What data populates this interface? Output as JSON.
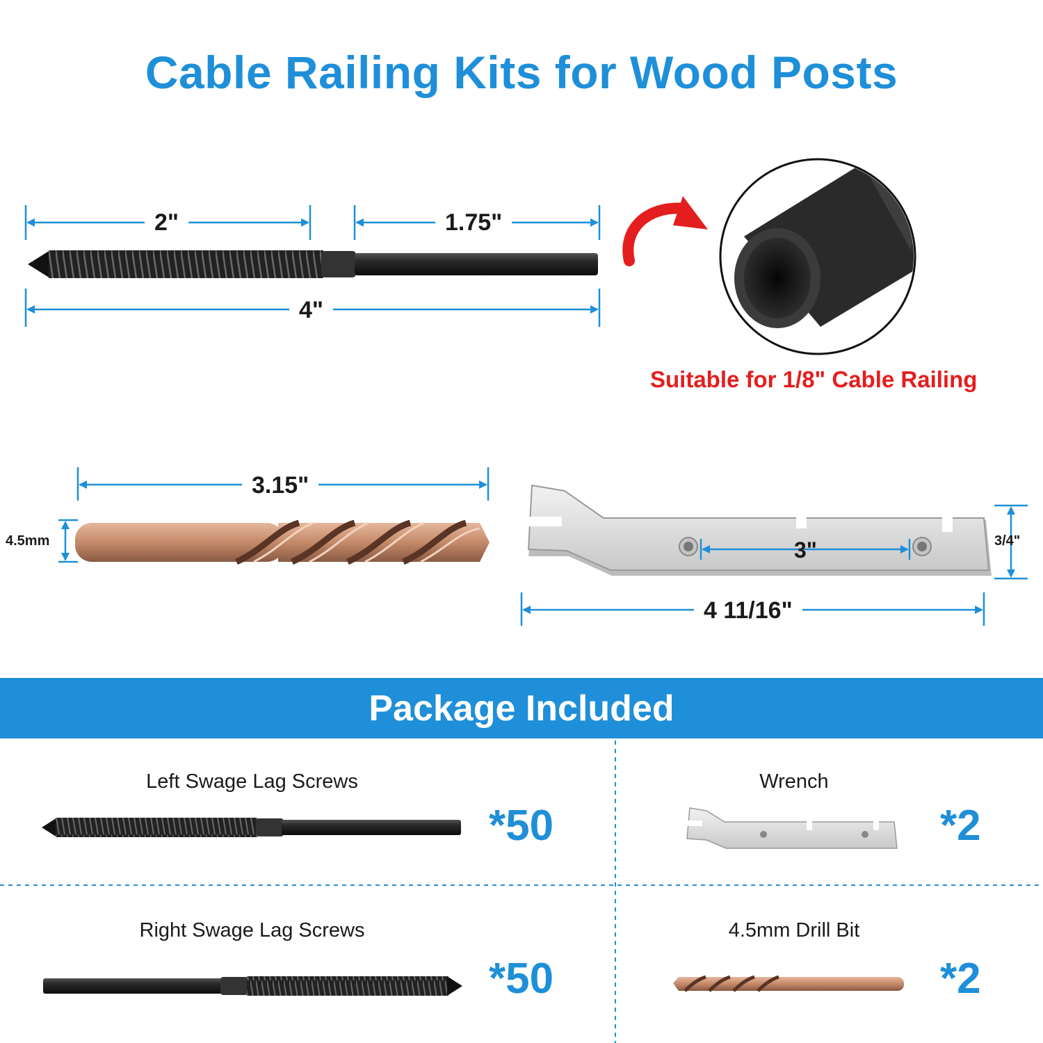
{
  "title": "Cable Railing Kits for Wood Posts",
  "colors": {
    "accent": "#1e8fd8",
    "banner": "#1e8fd8",
    "red": "#e41e1e",
    "screw": "#1b1b1b",
    "drill": "#c48a6a",
    "wrench": "#dadada"
  },
  "screw_dims": {
    "threaded": "2\"",
    "swage": "1.75\"",
    "total": "4\""
  },
  "callout": {
    "text": "Suitable for 1/8\" Cable Railing",
    "icon": "curved-arrow-icon"
  },
  "drill_dims": {
    "length": "3.15\"",
    "diameter": "4.5mm"
  },
  "wrench_dims": {
    "hole_spacing": "3\"",
    "width": "3/4\"",
    "length": "4 11/16\""
  },
  "package": {
    "heading": "Package Included",
    "items": [
      {
        "label": "Left Swage Lag Screws",
        "qty": "*50"
      },
      {
        "label": "Wrench",
        "qty": "*2"
      },
      {
        "label": "Right Swage Lag Screws",
        "qty": "*50"
      },
      {
        "label": "4.5mm Drill Bit",
        "qty": "*2"
      }
    ]
  }
}
